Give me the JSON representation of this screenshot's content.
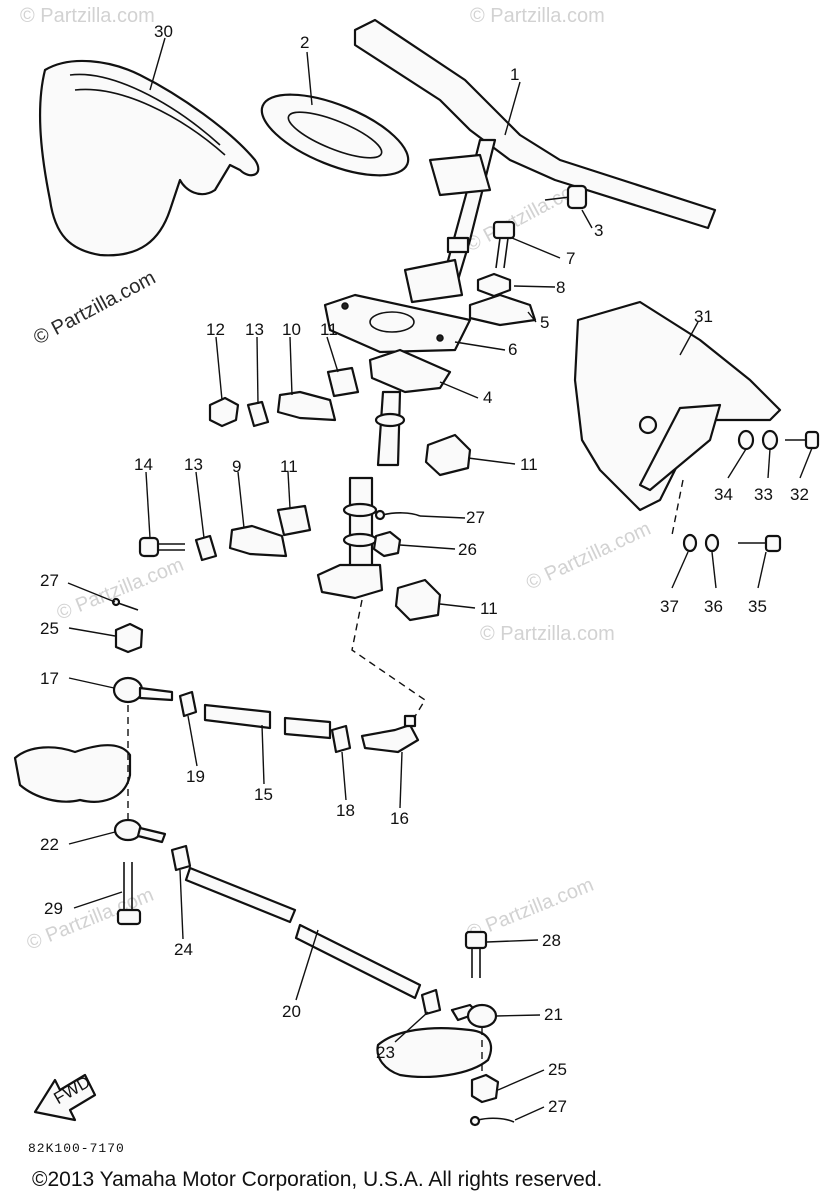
{
  "watermark": "© Partzilla.com",
  "part_labels": [
    "1",
    "2",
    "3",
    "4",
    "5",
    "6",
    "7",
    "8",
    "9",
    "10",
    "11",
    "12",
    "13",
    "14",
    "15",
    "16",
    "17",
    "18",
    "19",
    "20",
    "21",
    "22",
    "23",
    "24",
    "25",
    "26",
    "27",
    "28",
    "29",
    "30",
    "31",
    "32",
    "33",
    "34",
    "35",
    "36",
    "37"
  ],
  "fwd_label": "FWD",
  "diagram_code": "82K100-7170",
  "copyright": "©2013 Yamaha Motor Corporation, U.S.A. All rights reserved."
}
